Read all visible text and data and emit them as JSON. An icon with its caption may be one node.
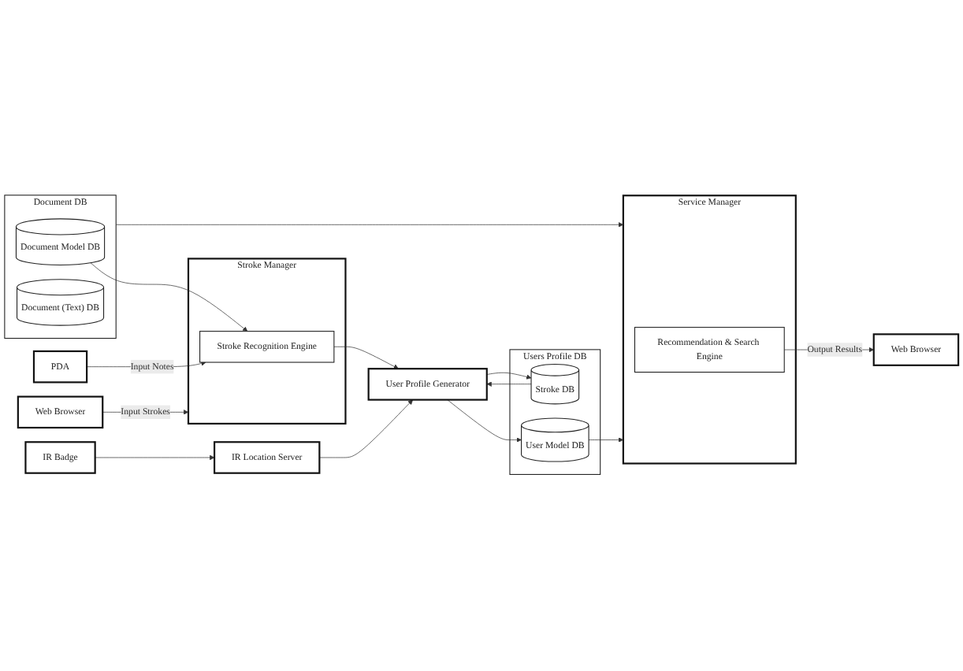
{
  "diagram": {
    "nodes": [
      {
        "text": [
          "Document DB"
        ]
      },
      {
        "text": [
          "Document Model DB"
        ],
        "in": 0
      },
      {
        "text": [
          "Document (Text) DB"
        ],
        "in": 0
      },
      {
        "text": [
          "Stroke Manager"
        ]
      },
      {
        "text": [
          "Stroke Recognition Engine"
        ],
        "in": 3
      },
      {
        "text": [
          "Web Browser"
        ]
      },
      {
        "text": [
          "PDA"
        ]
      },
      {
        "text": [
          "IR Location Server"
        ]
      },
      {
        "text": [
          "IR Badge"
        ]
      },
      {
        "text": [
          "Users Profile DB"
        ]
      },
      {
        "text": [
          "Stroke DB"
        ],
        "in": 9
      },
      {
        "text": [
          "User Model DB"
        ],
        "in": 9
      },
      {
        "text": [
          "User Profile Generator"
        ]
      },
      {
        "text": [
          "Service Manager"
        ]
      },
      {
        "text": [
          "Recommendation & Search Engine"
        ],
        "in": 13
      },
      {
        "text": [
          "Web Browser"
        ]
      }
    ],
    "edges": [
      {
        "from": 1,
        "to": 4,
        "arrow": "to"
      },
      {
        "from": 0,
        "to": 13,
        "arrow": "to"
      },
      {
        "from": 5,
        "to": 3,
        "arrow": "to",
        "label": "Input Strokes"
      },
      {
        "from": 6,
        "to": 4,
        "arrow": "to",
        "label": "Input Notes"
      },
      {
        "from": 8,
        "to": 7,
        "arrow": "to"
      },
      {
        "from": 4,
        "to": 12,
        "arrow": "to"
      },
      {
        "from": 7,
        "to": 12,
        "arrow": "to"
      },
      {
        "from": 10,
        "to": 12,
        "arrow": "to"
      },
      {
        "from": 12,
        "to": 10,
        "arrow": "to"
      },
      {
        "from": 12,
        "to": 11,
        "arrow": "to"
      },
      {
        "from": 11,
        "to": 13,
        "arrow": "to"
      },
      {
        "from": 14,
        "to": 15,
        "arrow": "to",
        "label": "Output Results"
      }
    ]
  }
}
